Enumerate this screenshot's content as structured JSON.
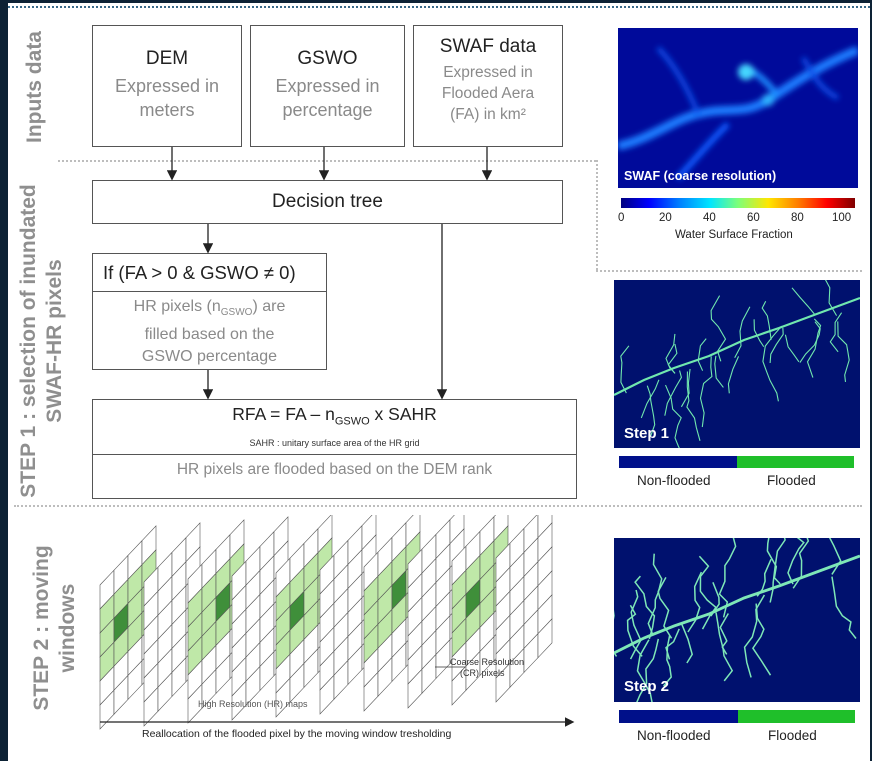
{
  "sections": {
    "inputs": "Inputs data",
    "step1_line1": "STEP 1 : selection of inundated",
    "step1_line2": "SWAF-HR pixels",
    "step2_line1": "STEP 2 : moving",
    "step2_line2": "windows"
  },
  "inputs": {
    "dem": {
      "title": "DEM",
      "line1": "Expressed in",
      "line2": "meters"
    },
    "gswo": {
      "title": "GSWO",
      "line1": "Expressed in",
      "line2": "percentage"
    },
    "swaf": {
      "title": "SWAF data",
      "line1": "Expressed in",
      "line2": "Flooded Aera",
      "line3": "(FA) in km²"
    }
  },
  "decision_tree": "Decision tree",
  "condition": {
    "title": "If (FA > 0 & GSWO ≠ 0)",
    "line1_pre": "HR pixels (n",
    "line1_sub": "GSWO",
    "line1_post": ") are",
    "line2": "filled based on the",
    "line3": "GSWO percentage"
  },
  "rfa": {
    "formula_pre": "RFA = FA – n",
    "formula_sub": "GSWO",
    "formula_post": " x SAHR",
    "note": "SAHR : unitary surface area of the HR grid",
    "result": "HR pixels are flooded based on the DEM rank"
  },
  "step2_diagram": {
    "cr_label_line1": "Coarse Resolution",
    "cr_label_line2": "(CR) pixels",
    "hr_label": "High Resolution (HR) maps",
    "axis_label": "Reallocation of the flooded pixel by the moving window tresholding"
  },
  "swaf_map": {
    "overlay": "SWAF (coarse resolution)",
    "ticks": [
      "0",
      "20",
      "40",
      "60",
      "80",
      "100"
    ],
    "colorbar_label": "Water Surface Fraction"
  },
  "step1_map": {
    "overlay": "Step 1",
    "legend_left": "Non-flooded",
    "legend_right": "Flooded"
  },
  "step2_map": {
    "overlay": "Step 2",
    "legend_left": "Non-flooded",
    "legend_right": "Flooded"
  },
  "colors": {
    "nonflooded": "#00108a",
    "flooded": "#1fbf2a",
    "grid_light": "#bfe8a8",
    "grid_dark": "#3f8f3a",
    "map_bg": "#00116e"
  }
}
